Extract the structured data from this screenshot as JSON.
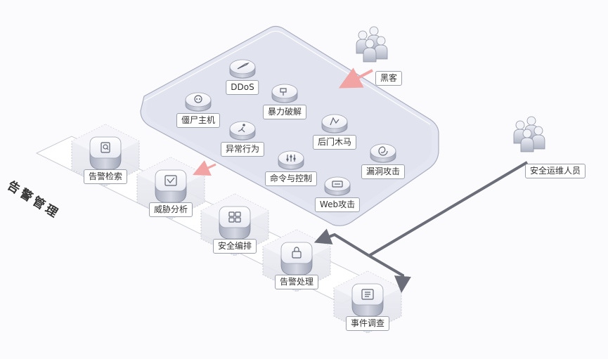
{
  "panel_title": "告警管理",
  "threats": [
    {
      "id": "ddos",
      "label": "DDoS",
      "icon": "rocket-icon"
    },
    {
      "id": "zombie",
      "label": "僵尸主机",
      "icon": "skull-icon"
    },
    {
      "id": "brute",
      "label": "暴力破解",
      "icon": "hammer-icon"
    },
    {
      "id": "anomaly",
      "label": "异常行为",
      "icon": "runner-icon"
    },
    {
      "id": "backdoor",
      "label": "后门木马",
      "icon": "horse-icon"
    },
    {
      "id": "c2",
      "label": "命令与控制",
      "icon": "sliders-icon"
    },
    {
      "id": "vuln",
      "label": "漏洞攻击",
      "icon": "swirl-icon"
    },
    {
      "id": "web",
      "label": "Web攻击",
      "icon": "web-icon"
    }
  ],
  "modules": [
    {
      "id": "search",
      "label": "告警检索",
      "icon": "search-doc-icon"
    },
    {
      "id": "analysis",
      "label": "威胁分析",
      "icon": "chart-icon"
    },
    {
      "id": "orchestration",
      "label": "安全编排",
      "icon": "grid-icon"
    },
    {
      "id": "handling",
      "label": "告警处理",
      "icon": "lock-icon"
    },
    {
      "id": "investigation",
      "label": "事件调查",
      "icon": "monitor-doc-icon"
    }
  ],
  "actors": {
    "hacker": {
      "label": "黑客",
      "icon": "hacker-group-icon"
    },
    "ops": {
      "label": "安全运维人员",
      "icon": "ops-group-icon"
    }
  },
  "colors": {
    "attack_arrow": "#f2a3a3",
    "flow_line": "#6b6e78",
    "panel_fill": "#e4e6f1",
    "panel_stroke": "#a9aec0"
  }
}
